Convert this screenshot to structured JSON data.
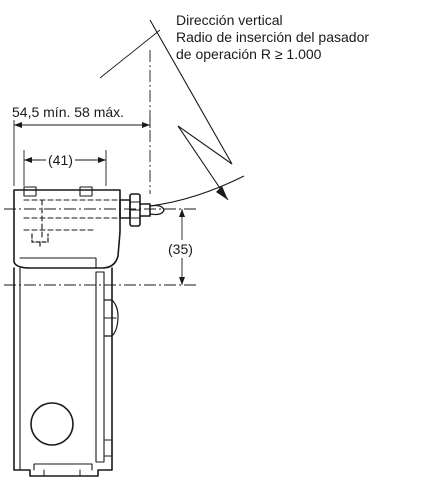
{
  "diagram": {
    "note_lines": [
      "Dirección vertical",
      "Radio de inserción del pasador",
      "de operación R ≥ 1.000"
    ],
    "dim_overall": "54,5 mín. 58 máx.",
    "dim_width": "(41)",
    "dim_height": "(35)"
  }
}
